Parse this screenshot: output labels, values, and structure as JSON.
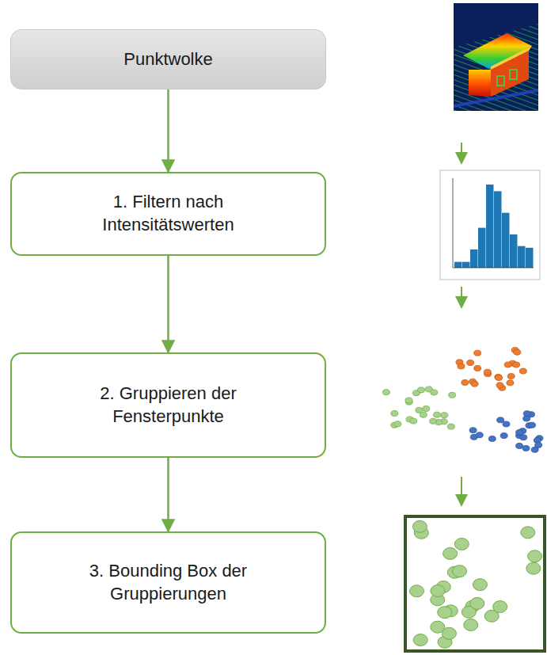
{
  "diagram": {
    "nodes": [
      {
        "text": [
          "Punktwolke"
        ]
      },
      {
        "text": [
          "1. Filtern nach Intensitätswerten"
        ]
      },
      {
        "text": [
          "2. Gruppieren der Fensterpunkte"
        ]
      },
      {
        "text": [
          "3. Bounding Box der Gruppierungen"
        ]
      }
    ],
    "edges": [
      {
        "from": 0,
        "to": 1,
        "arrow": "to"
      },
      {
        "from": 1,
        "to": 2,
        "arrow": "to"
      },
      {
        "from": 2,
        "to": 3,
        "arrow": "to"
      }
    ]
  }
}
